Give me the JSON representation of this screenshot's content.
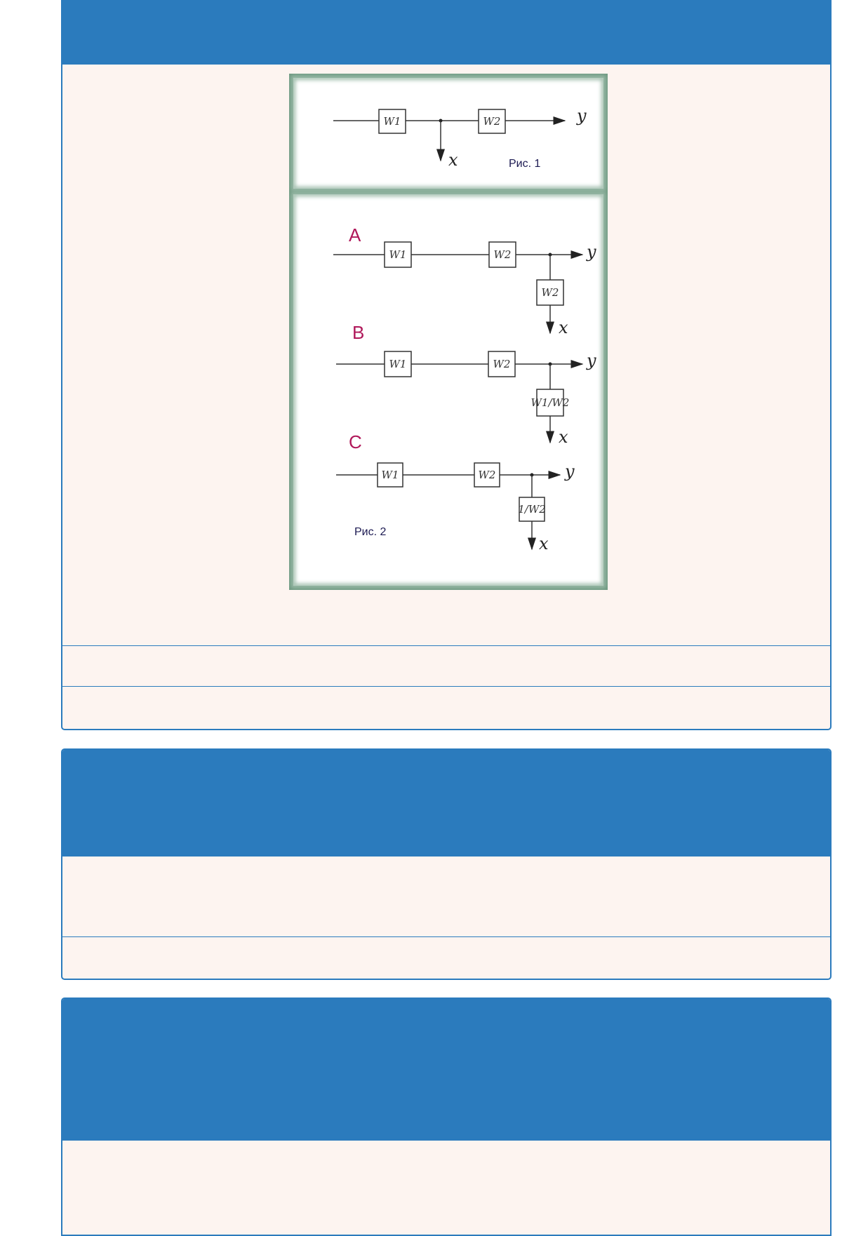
{
  "figure": {
    "fig1": {
      "caption": "Рис. 1",
      "blocks": [
        "W1",
        "W2"
      ],
      "output": "y",
      "branch": "x"
    },
    "fig2": {
      "caption": "Рис. 2",
      "variants": [
        {
          "letter": "A",
          "blocks": [
            "W1",
            "W2"
          ],
          "branch_block": "W2",
          "output": "y",
          "branch": "x"
        },
        {
          "letter": "B",
          "blocks": [
            "W1",
            "W2"
          ],
          "branch_block": "W1/W2",
          "output": "y",
          "branch": "x"
        },
        {
          "letter": "C",
          "blocks": [
            "W1",
            "W2"
          ],
          "branch_block": "1/W2",
          "output": "y",
          "branch": "x"
        }
      ]
    },
    "colors": {
      "frame": "#6f9a82",
      "letters": "#b0185a",
      "header": "#2b7bbd",
      "panel": "#fdf4f0"
    }
  }
}
